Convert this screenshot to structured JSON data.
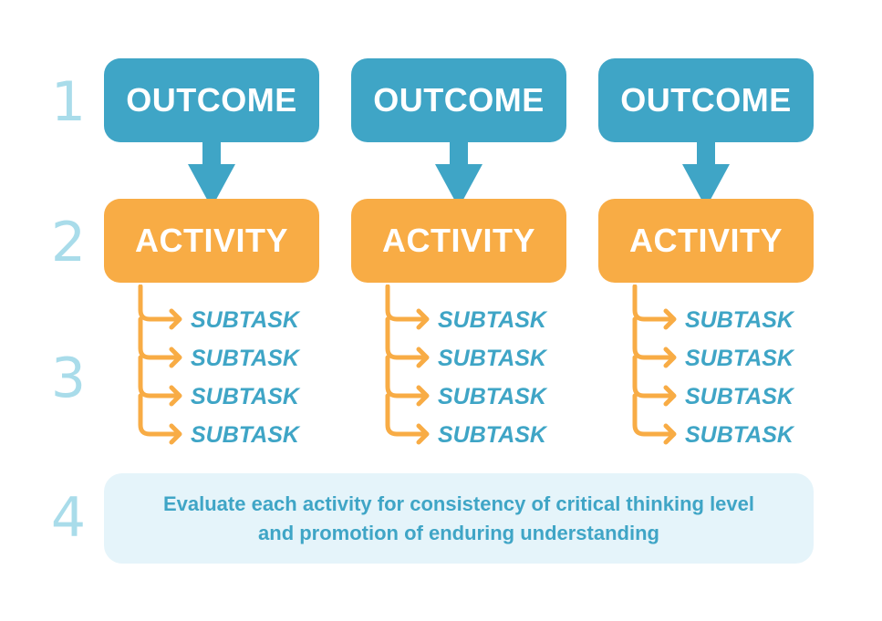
{
  "steps": [
    "1",
    "2",
    "3",
    "4"
  ],
  "columns": [
    {
      "outcome": "OUTCOME",
      "activity": "ACTIVITY",
      "subtasks": [
        "SUBTASK",
        "SUBTASK",
        "SUBTASK",
        "SUBTASK"
      ]
    },
    {
      "outcome": "OUTCOME",
      "activity": "ACTIVITY",
      "subtasks": [
        "SUBTASK",
        "SUBTASK",
        "SUBTASK",
        "SUBTASK"
      ]
    },
    {
      "outcome": "OUTCOME",
      "activity": "ACTIVITY",
      "subtasks": [
        "SUBTASK",
        "SUBTASK",
        "SUBTASK",
        "SUBTASK"
      ]
    }
  ],
  "evaluation": {
    "line1": "Evaluate each activity for consistency of critical thinking level",
    "line2": "and promotion of enduring understanding"
  },
  "colors": {
    "outcome": "#3fa5c6",
    "activity": "#f8ac45",
    "subtask_text": "#3fa5c6",
    "step_number": "#a9dcea",
    "evaluation_bg": "#e5f4fa"
  }
}
